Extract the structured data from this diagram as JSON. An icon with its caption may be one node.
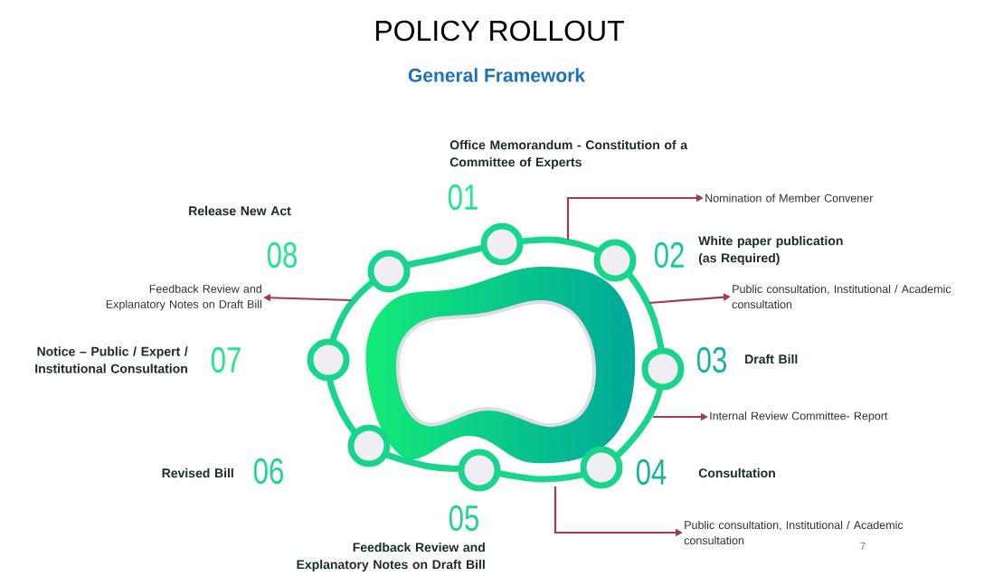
{
  "diagram": {
    "title": "POLICY ROLLOUT",
    "nodes": [
      {
        "text": [],
        "shape": "ring"
      },
      {
        "text": [],
        "shape": "circle",
        "beside": [
          "01",
          "Office Memorandum - Constitution of a Committee of Experts"
        ]
      },
      {
        "text": [],
        "shape": "circle",
        "beside": [
          "02",
          "White paper publication (as Required)"
        ]
      },
      {
        "text": [],
        "shape": "circle",
        "beside": [
          "03",
          "Draft Bill"
        ]
      },
      {
        "text": [],
        "shape": "circle",
        "beside": [
          "04",
          "Consultation"
        ]
      },
      {
        "text": [],
        "shape": "circle",
        "beside": [
          "05",
          "Feedback Review and Explanatory Notes on Draft Bill"
        ]
      },
      {
        "text": [],
        "shape": "circle",
        "beside": [
          "06",
          "Revised Bill"
        ]
      },
      {
        "text": [],
        "shape": "circle",
        "beside": [
          "07",
          "Notice – Public / Expert / Institutional  Consultation"
        ]
      },
      {
        "text": [],
        "shape": "circle",
        "beside": [
          "08",
          "Release New Act"
        ]
      },
      {
        "text": [
          "Nomination of Member Convener"
        ]
      },
      {
        "text": [
          "Public consultation, Institutional / Academic consultation"
        ]
      },
      {
        "text": [
          "Internal Review Committee- Report"
        ]
      },
      {
        "text": [
          "Public consultation, Institutional / Academic consultation"
        ]
      },
      {
        "text": [
          "Feedback Review and Explanatory Notes on Draft Bill"
        ]
      }
    ],
    "edges": [
      {
        "from": 0,
        "to": 9,
        "arrow": "to"
      },
      {
        "from": 0,
        "to": 10,
        "arrow": "to"
      },
      {
        "from": 0,
        "to": 11,
        "arrow": "to"
      },
      {
        "from": 0,
        "to": 12,
        "arrow": "to"
      },
      {
        "from": 0,
        "to": 13,
        "arrow": "to"
      }
    ],
    "labels": [
      "General Framework",
      "7"
    ]
  }
}
